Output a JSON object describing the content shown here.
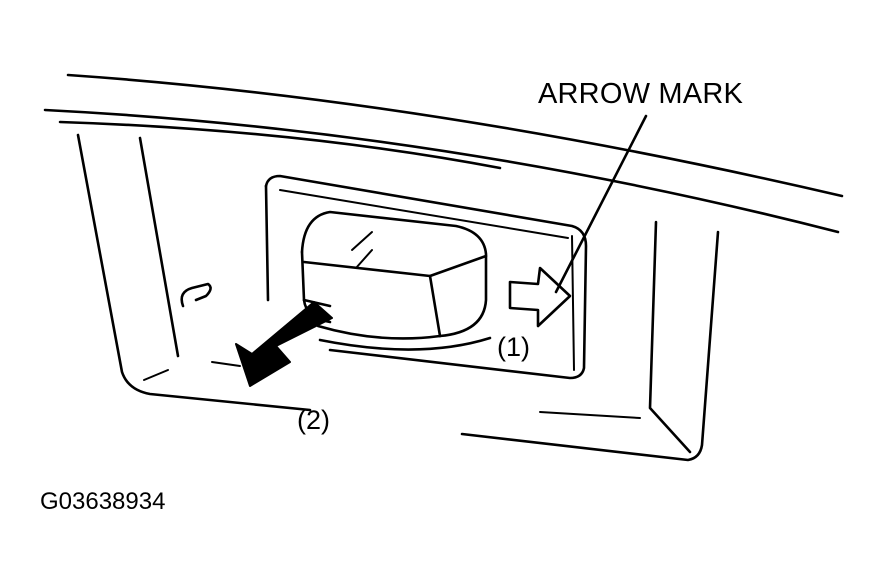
{
  "labels": {
    "arrow_mark": "ARROW MARK",
    "callout_1": "(1)",
    "callout_2": "(2)",
    "figure_id": "G03638934"
  },
  "colors": {
    "ink": "#000000",
    "paper": "#ffffff"
  }
}
